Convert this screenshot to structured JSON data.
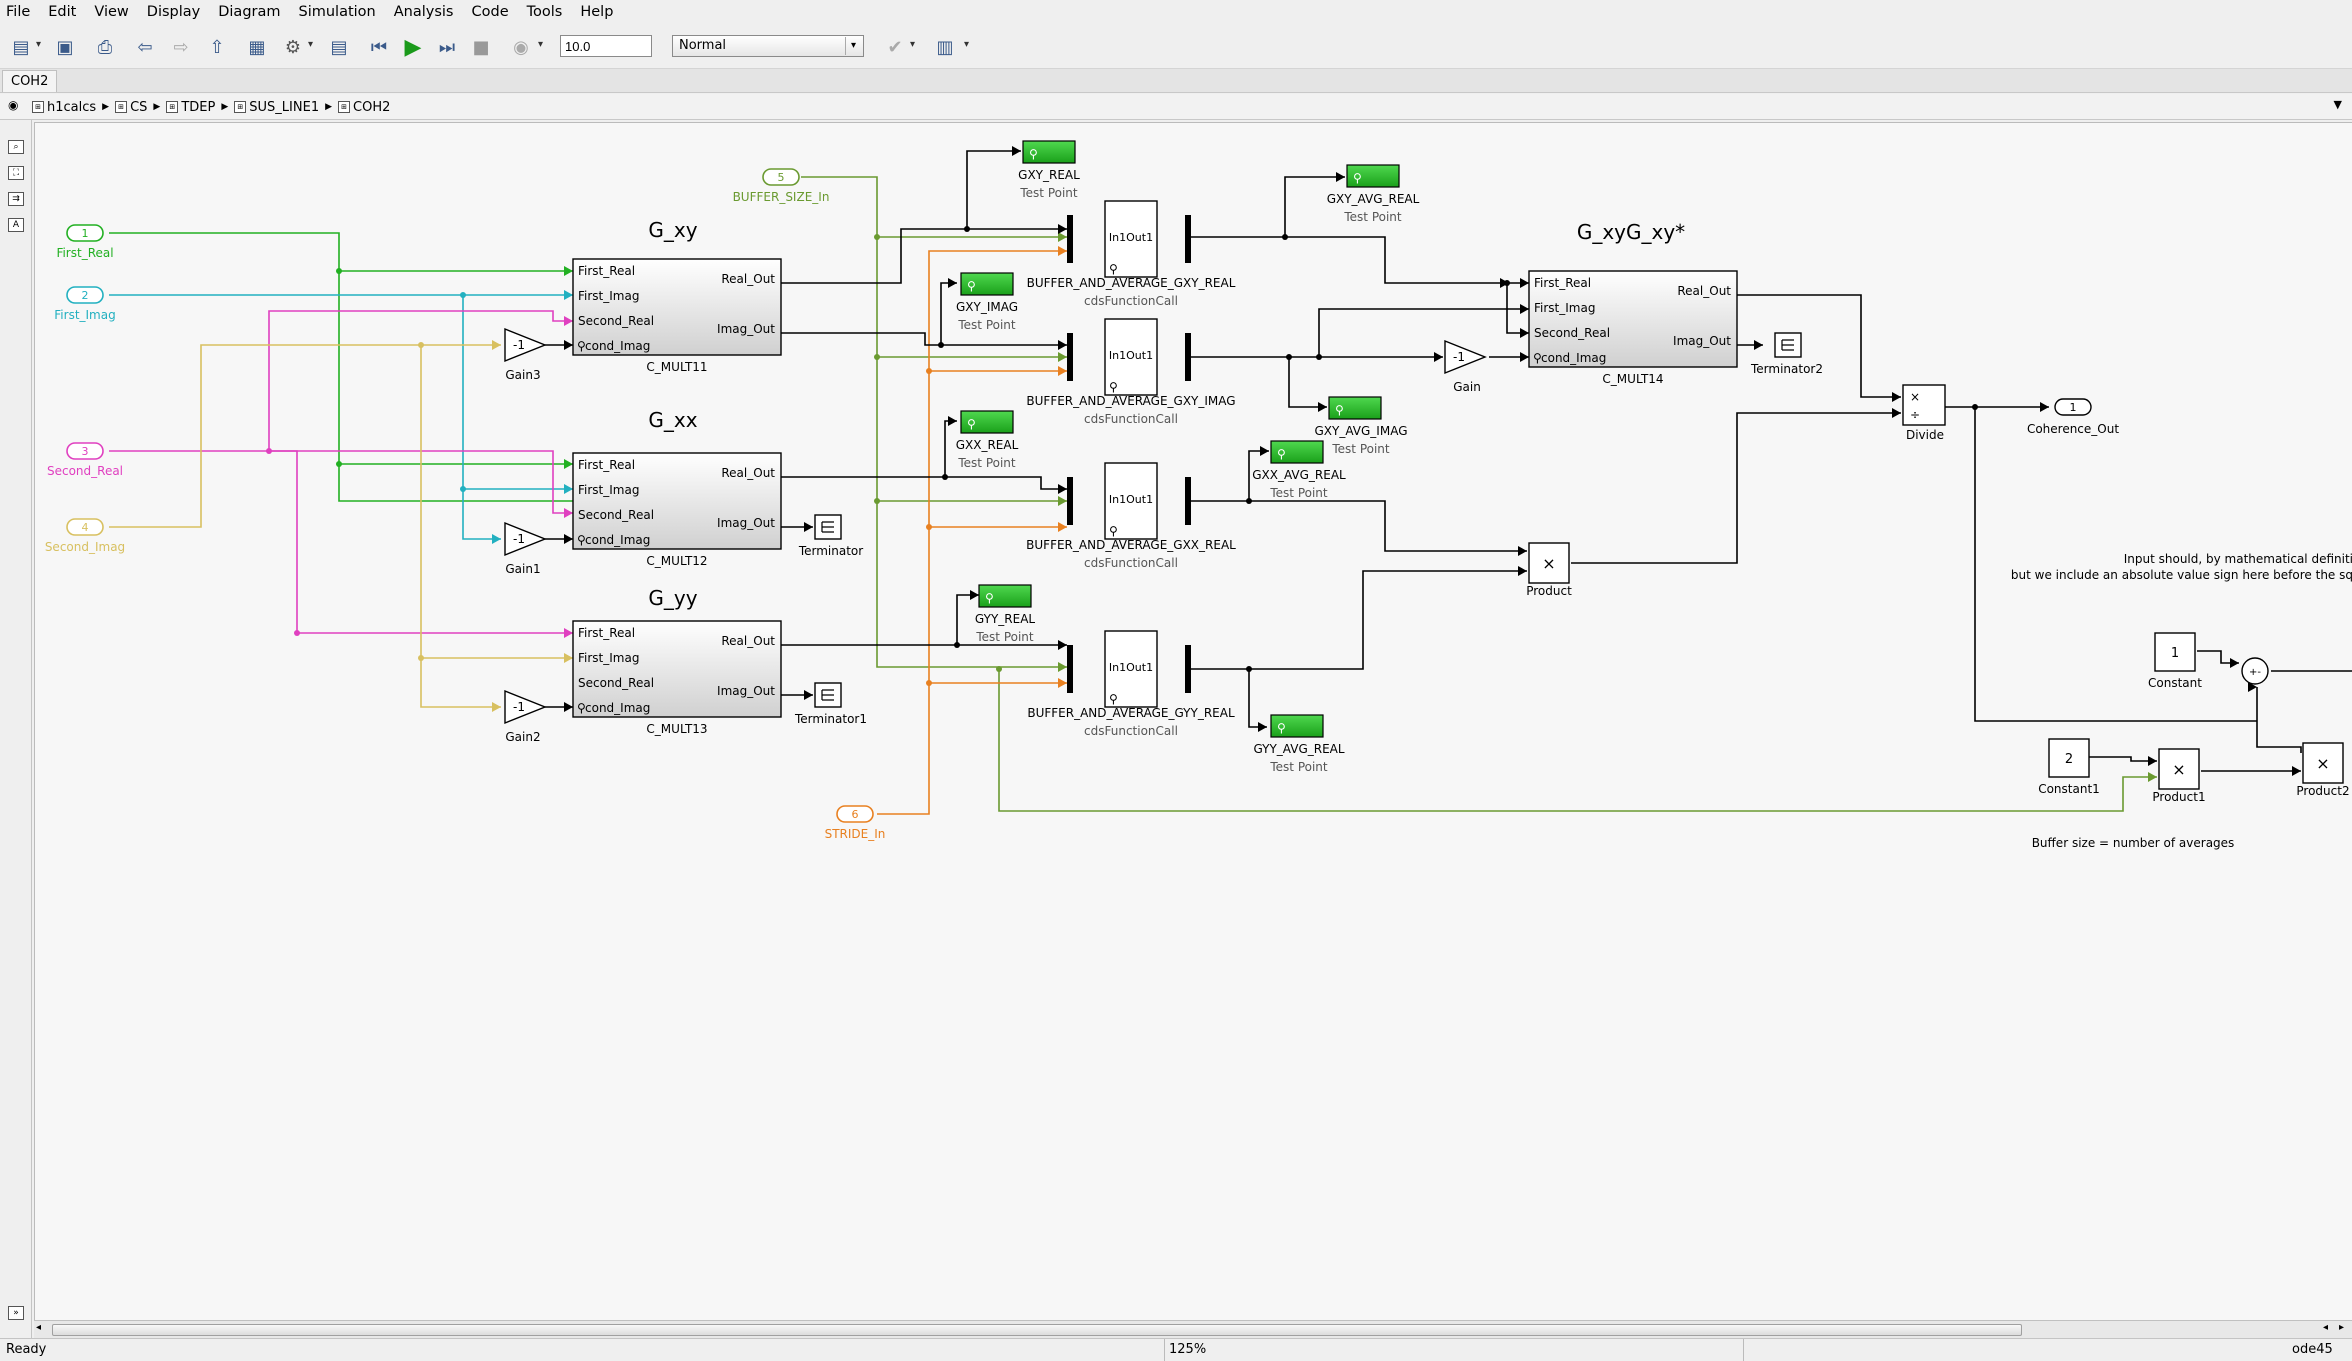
{
  "menu": [
    "File",
    "Edit",
    "View",
    "Display",
    "Diagram",
    "Simulation",
    "Analysis",
    "Code",
    "Tools",
    "Help"
  ],
  "toolbar": {
    "stop_time": "10.0",
    "sim_mode": "Normal",
    "icons": [
      "new-model-icon",
      "save-icon",
      "print-icon",
      "back-icon",
      "forward-icon",
      "up-level-icon",
      "library-browser-icon",
      "model-config-icon",
      "model-explorer-icon",
      "step-back-icon",
      "run-icon",
      "step-forward-icon",
      "stop-icon",
      "record-icon",
      "check-icon",
      "scope-icon"
    ]
  },
  "tab": {
    "label": "COH2"
  },
  "breadcrumb": [
    "h1calcs",
    "CS",
    "TDEP",
    "SUS_LINE1",
    "COH2"
  ],
  "diagram": {
    "inports": [
      {
        "num": "1",
        "name": "First_Real",
        "color": "#22b022"
      },
      {
        "num": "2",
        "name": "First_Imag",
        "color": "#22b0c0"
      },
      {
        "num": "3",
        "name": "Second_Real",
        "color": "#e040c0"
      },
      {
        "num": "4",
        "name": "Second_Imag",
        "color": "#d8c060"
      },
      {
        "num": "5",
        "name": "BUFFER_SIZE_In",
        "color": "#6a9a30"
      },
      {
        "num": "6",
        "name": "STRIDE_In",
        "color": "#e88020"
      }
    ],
    "outport": {
      "num": "1",
      "name": "Coherence_Out"
    },
    "titles": {
      "gxy": "G_xy",
      "gxx": "G_xx",
      "gyy": "G_yy",
      "gxyc": "G_xyG_xy*"
    },
    "cmult_ports": {
      "in": [
        "First_Real",
        "First_Imag",
        "Second_Real",
        "cond_Imag"
      ],
      "out": [
        "Real_Out",
        "Imag_Out"
      ]
    },
    "cmult_names": [
      "C_MULT11",
      "C_MULT12",
      "C_MULT13",
      "C_MULT14"
    ],
    "gain_value": "-1",
    "gain_names": [
      "Gain3",
      "Gain1",
      "Gain2",
      "Gain"
    ],
    "terminators": [
      "Terminator",
      "Terminator1",
      "Terminator2"
    ],
    "buffer_blocks": [
      {
        "name": "BUFFER_AND_AVERAGE_GXY_REAL",
        "sub": "cdsFunctionCall"
      },
      {
        "name": "BUFFER_AND_AVERAGE_GXY_IMAG",
        "sub": "cdsFunctionCall"
      },
      {
        "name": "BUFFER_AND_AVERAGE_GXX_REAL",
        "sub": "cdsFunctionCall"
      },
      {
        "name": "BUFFER_AND_AVERAGE_GYY_REAL",
        "sub": "cdsFunctionCall"
      }
    ],
    "buffer_port_text": "In1Out1",
    "testpoints": [
      "GXY_REAL",
      "GXY_IMAG",
      "GXX_REAL",
      "GYY_REAL",
      "GXY_AVG_REAL",
      "GXY_AVG_IMAG",
      "GXX_AVG_REAL",
      "GYY_AVG_REAL"
    ],
    "testpoint_sub": "Test Point",
    "product_names": [
      "Product",
      "Product1",
      "Product2"
    ],
    "product_symbol": "×",
    "divide_name": "Divide",
    "divide_symbols": [
      "×",
      "÷"
    ],
    "constants": [
      {
        "value": "1",
        "name": "Constant"
      },
      {
        "value": "2",
        "name": "Constant1"
      }
    ],
    "sum_signs": "+-",
    "notes": [
      "Input should, by mathematical definiti",
      "but we include an absolute value sign here before the sq",
      "Buffer size = number of averages"
    ]
  },
  "status": {
    "ready": "Ready",
    "zoom": "125%",
    "solver": "ode45"
  }
}
